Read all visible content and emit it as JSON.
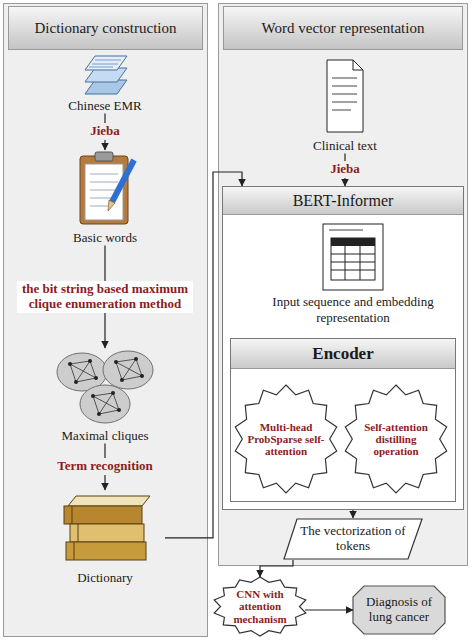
{
  "diagram": {
    "nodes": [
      {
        "text": [
          "Dictionary construction"
        ]
      },
      {
        "text": [
          "Chinese EMR"
        ],
        "in": 0
      },
      {
        "text": [
          "Basic words"
        ],
        "in": 0
      },
      {
        "text": [
          "Maximal cliques"
        ],
        "in": 0
      },
      {
        "text": [
          "Dictionary"
        ],
        "in": 0
      },
      {
        "text": [
          "Word vector representation"
        ]
      },
      {
        "text": [
          "Clinical text"
        ],
        "in": 5
      },
      {
        "text": [
          "BERT-Informer"
        ],
        "in": 5
      },
      {
        "text": [
          "Input sequence and embedding representation"
        ],
        "in": 7
      },
      {
        "text": [
          "Encoder"
        ],
        "in": 7
      },
      {
        "text": [
          "Multi-head ProbSparse self-attention"
        ],
        "in": 9
      },
      {
        "text": [
          "Self-attention distilling operation"
        ],
        "in": 9
      },
      {
        "text": [
          "The vectorization of tokens"
        ],
        "in": 5
      },
      {
        "text": [
          "CNN with attention mechanism"
        ]
      },
      {
        "text": [
          "Diagnosis of lung cancer"
        ]
      }
    ],
    "edges": [
      {
        "from": 1,
        "to": 2,
        "arrow": "to",
        "label": "Jieba"
      },
      {
        "from": 2,
        "to": 3,
        "arrow": "to",
        "label": "the bit string based maximum clique enumeration method"
      },
      {
        "from": 3,
        "to": 4,
        "arrow": "to",
        "label": "Term recognition"
      },
      {
        "from": 4,
        "to": 7,
        "arrow": "to"
      },
      {
        "from": 6,
        "to": 7,
        "arrow": "to",
        "label": "Jieba"
      },
      {
        "from": 7,
        "to": 12,
        "arrow": "to"
      },
      {
        "from": 12,
        "to": 13,
        "arrow": "to"
      },
      {
        "from": 13,
        "to": 14,
        "arrow": "to"
      }
    ]
  }
}
